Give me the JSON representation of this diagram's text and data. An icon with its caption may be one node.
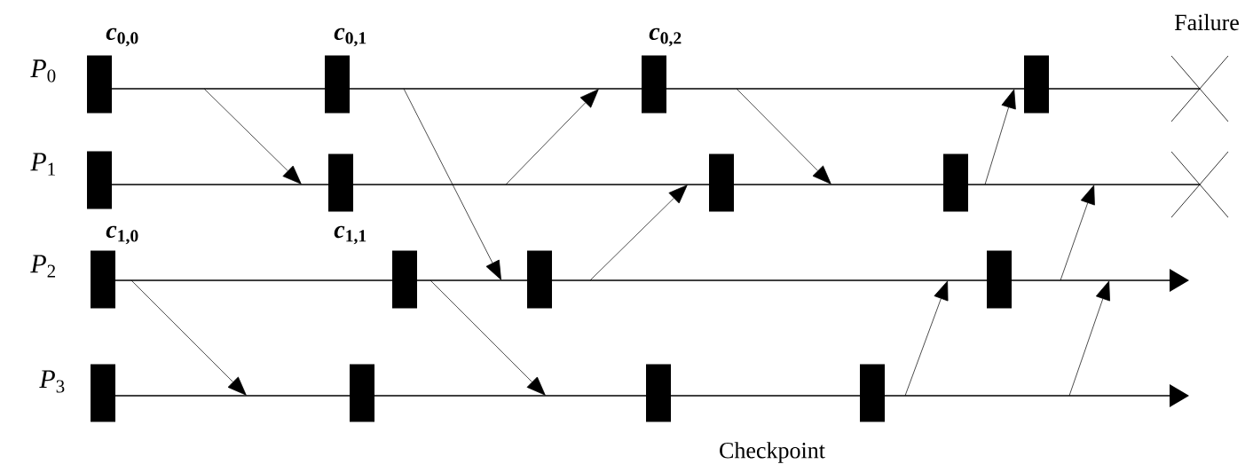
{
  "diagram": {
    "nodes": [
      {
        "text": [
          "*P*$_{0}$"
        ]
      },
      {
        "text": [
          "*P*$_{1}$"
        ]
      },
      {
        "text": [
          "*P*$_{2}$"
        ]
      },
      {
        "text": [
          "*P*$_{3}$"
        ]
      },
      {
        "text": [],
        "shape": "bar",
        "beside": [
          "*c*$_{0,0}$"
        ]
      },
      {
        "text": [],
        "shape": "bar",
        "beside": [
          "*c*$_{0,1}$"
        ]
      },
      {
        "text": [],
        "shape": "bar",
        "beside": [
          "*c*$_{0,2}$"
        ]
      },
      {
        "text": [],
        "shape": "bar"
      },
      {
        "text": [],
        "shape": "bar",
        "beside": [
          "*c*$_{1,0}$"
        ]
      },
      {
        "text": [],
        "shape": "bar",
        "beside": [
          "*c*$_{1,1}$"
        ]
      },
      {
        "text": [],
        "shape": "bar"
      },
      {
        "text": [],
        "shape": "bar"
      },
      {
        "text": [],
        "shape": "bar"
      },
      {
        "text": [],
        "shape": "bar"
      },
      {
        "text": [],
        "shape": "bar"
      },
      {
        "text": [],
        "shape": "bar"
      },
      {
        "text": [],
        "shape": "bar"
      },
      {
        "text": [],
        "shape": "bar"
      },
      {
        "text": [],
        "shape": "bar"
      },
      {
        "text": [],
        "shape": "bar"
      }
    ],
    "edges": [
      {
        "from": 0,
        "to": 1,
        "arrow": "to"
      },
      {
        "from": 0,
        "to": 2,
        "arrow": "to"
      },
      {
        "from": 1,
        "to": 0,
        "arrow": "to"
      },
      {
        "from": 2,
        "to": 3,
        "arrow": "to"
      },
      {
        "from": 2,
        "to": 3,
        "arrow": "to"
      },
      {
        "from": 2,
        "to": 1,
        "arrow": "to"
      },
      {
        "from": 0,
        "to": 1,
        "arrow": "to"
      },
      {
        "from": 1,
        "to": 0,
        "arrow": "to"
      },
      {
        "from": 3,
        "to": 2,
        "arrow": "to"
      },
      {
        "from": 2,
        "to": 1,
        "arrow": "to"
      },
      {
        "from": 3,
        "to": 2,
        "arrow": "to"
      }
    ],
    "labels": [
      "Failure",
      "Checkpoint"
    ]
  }
}
